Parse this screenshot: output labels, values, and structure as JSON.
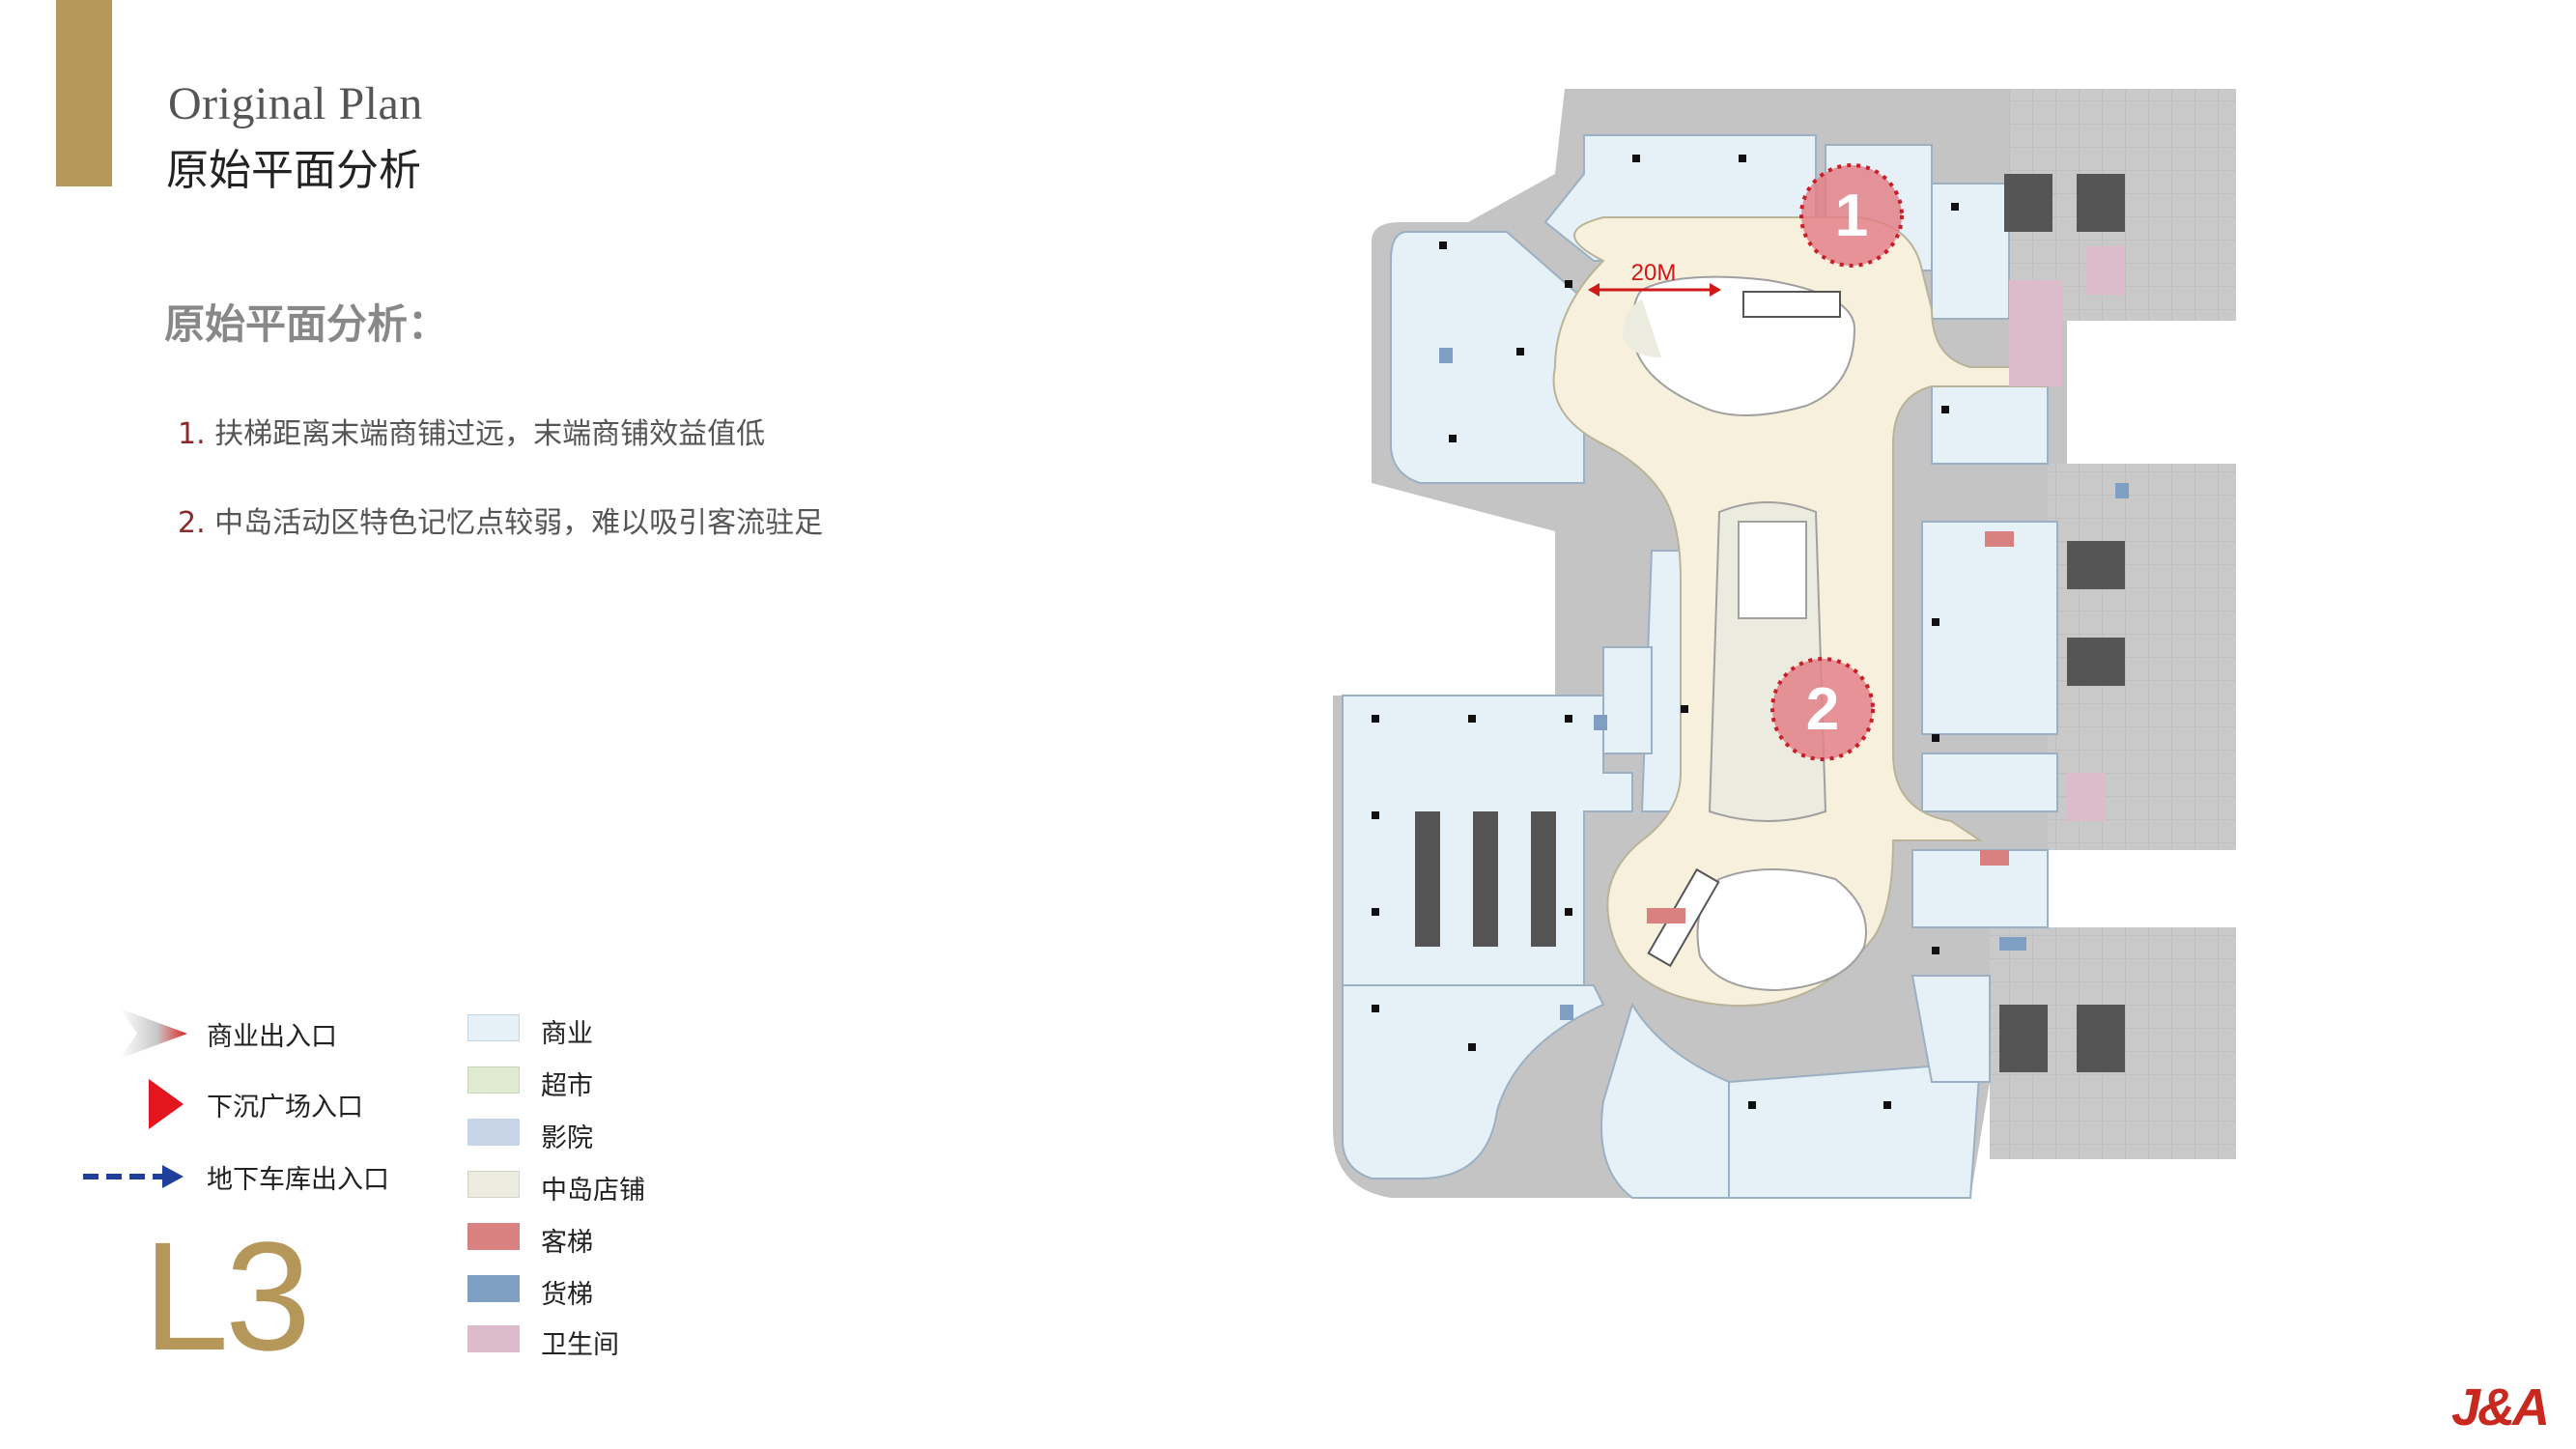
{
  "header": {
    "title_en": "Original Plan",
    "title_cn": "原始平面分析"
  },
  "analysis": {
    "heading": "原始平面分析：",
    "points": [
      {
        "num": "1.",
        "text": "扶梯距离末端商铺过远，末端商铺效益值低"
      },
      {
        "num": "2.",
        "text": "中岛活动区特色记忆点较弱，难以吸引客流驻足"
      }
    ]
  },
  "entrance_legend": [
    {
      "icon": "gradient-arrow-icon",
      "label": "商业出入口",
      "color": "#e02020"
    },
    {
      "icon": "red-triangle-icon",
      "label": "下沉广场入口",
      "color": "#e3161d"
    },
    {
      "icon": "dashed-arrow-icon",
      "label": "地下车库出入口",
      "color": "#1f3f9a"
    }
  ],
  "zone_legend": [
    {
      "label": "商业",
      "color": "#e6f0f7"
    },
    {
      "label": "超市",
      "color": "#e0ebd2"
    },
    {
      "label": "影院",
      "color": "#c7d3e6"
    },
    {
      "label": "中岛店铺",
      "color": "#ecebdf"
    },
    {
      "label": "客梯",
      "color": "#d98080"
    },
    {
      "label": "货梯",
      "color": "#7e9ec2"
    },
    {
      "label": "卫生间",
      "color": "#dcbccb"
    }
  ],
  "floor": "L3",
  "plan": {
    "dimension_label": "20M",
    "markers": [
      "1",
      "2"
    ]
  },
  "logo": "J&A"
}
